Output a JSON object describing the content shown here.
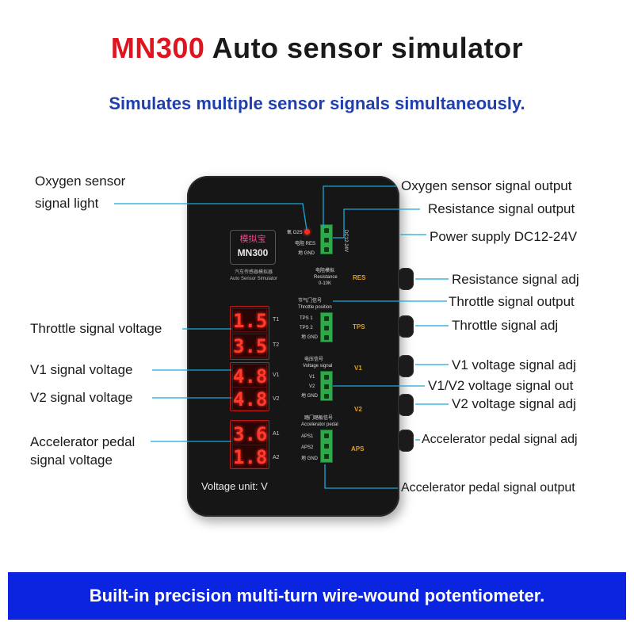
{
  "title": {
    "brand": "MN300",
    "rest": "Auto sensor simulator"
  },
  "subtitle": "Simulates multiple sensor signals simultaneously.",
  "banner": "Built-in precision multi-turn wire-wound potentiometer.",
  "labels_left": {
    "oxygen_light_l1": "Oxygen sensor",
    "oxygen_light_l2": "signal light",
    "throttle_voltage": "Throttle signal voltage",
    "v1_voltage": "V1 signal voltage",
    "v2_voltage": "V2 signal voltage",
    "aps_voltage_l1": "Accelerator pedal",
    "aps_voltage_l2": "signal voltage"
  },
  "labels_right": {
    "oxygen_output": "Oxygen sensor signal output",
    "resistance_output": "Resistance signal output",
    "power_supply": "Power supply DC12-24V",
    "resistance_adj": "Resistance signal adj",
    "throttle_output": "Throttle signal output",
    "throttle_adj": "Throttle signal adj",
    "v1_adj": "V1 voltage signal adj",
    "v1v2_out": "V1/V2 voltage signal out",
    "v2_adj": "V2 voltage signal adj",
    "aps_adj": "Accelerator pedal signal adj",
    "aps_output": "Accelerator pedal signal output"
  },
  "device": {
    "logo_cn": "模拟宝",
    "model": "MN300",
    "sub_cn": "汽车传感器模拟器",
    "sub_en": "Auto Sensor Simulator",
    "voltage_unit": "Voltage unit: V",
    "displays": {
      "t1": "1.5",
      "t2": "3.5",
      "v1": "4.8",
      "v2": "4.8",
      "a1": "3.6",
      "a2": "1.8"
    },
    "channels": {
      "t1": "T1",
      "t2": "T2",
      "v1": "V1",
      "v2": "V2",
      "a1": "A1",
      "a2": "A2"
    },
    "o2_lbl": "氧 O2S",
    "res_lbl": "电阻 RES",
    "gnd_lbl": "地 GND",
    "dc_lbl": "DC12-24V",
    "res_cn": "电阻模拟",
    "res_en": "Resistance",
    "res_range": "0-10K",
    "res_side": "RES",
    "tps_cn": "节气门信号",
    "tps_en": "Throttle position",
    "tps1": "TPS 1",
    "tps2": "TPS 2",
    "tps_side": "TPS",
    "vs_cn": "电压信号",
    "vs_en": "Voltage signal",
    "v1_pin": "V1",
    "v2_pin": "V2",
    "v1_side": "V1",
    "v2_side": "V2",
    "aps_cn": "踏门踏板信号",
    "aps_en": "Accelerator pedal",
    "aps1": "APS1",
    "aps2": "APS2",
    "aps_side": "APS"
  },
  "colors": {
    "brand_red": "#e0141e",
    "subtitle_blue": "#1f3fb0",
    "banner_blue": "#0a24e0",
    "leader_line": "#19a8d8",
    "led_red": "#ff3a2e",
    "terminal_green": "#2fa84a"
  }
}
